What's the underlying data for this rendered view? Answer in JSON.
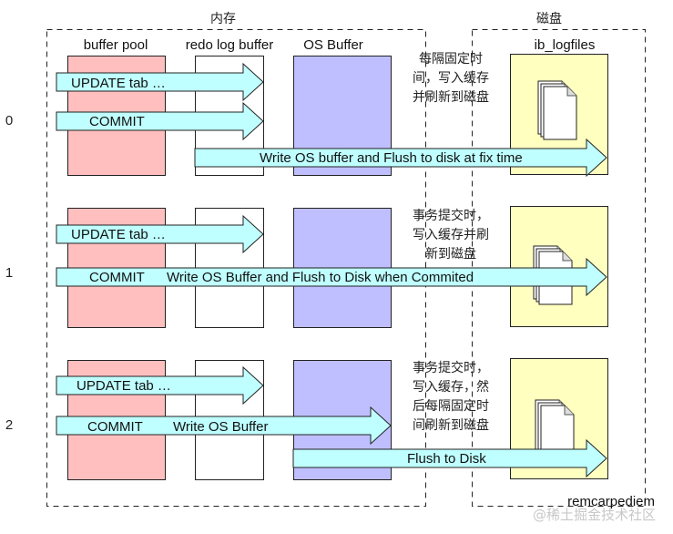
{
  "regions": {
    "memory_label": "内存",
    "disk_label": "磁盘"
  },
  "columns": {
    "buffer_pool": "buffer pool",
    "redo_log_buffer": "redo log buffer",
    "os_buffer": "OS Buffer",
    "ib_logfiles": "ib_logfiles"
  },
  "colors": {
    "buffer_pool": "#ffbfbf",
    "redo_log_buffer": "#ffffff",
    "os_buffer": "#bfbfff",
    "ib_logfiles": "#ffffc0",
    "arrow": "#bfffff"
  },
  "rows": [
    {
      "number": "0",
      "update_label": "UPDATE tab …",
      "commit_label": "COMMIT",
      "flush_label": "Write OS buffer and Flush to disk at fix time",
      "note_lines": [
        "每隔固定时",
        "间，写入缓存",
        "并刷新到磁盘"
      ]
    },
    {
      "number": "1",
      "update_label": "UPDATE tab …",
      "commit_label": "COMMIT",
      "flush_label": "Write OS Buffer and Flush to Disk when Commited",
      "note_lines": [
        "事务提交时，",
        "写入缓存并刷",
        "新到磁盘"
      ]
    },
    {
      "number": "2",
      "update_label": "UPDATE tab …",
      "commit_label": "COMMIT",
      "write_label": "Write OS Buffer",
      "flush_label": "Flush to Disk",
      "note_lines": [
        "事务提交时，",
        "写入缓存，然",
        "后每隔固定时",
        "间刷新到磁盘"
      ]
    }
  ],
  "footer": {
    "author": "remcarpediem",
    "watermark": "@稀土掘金技术社区"
  }
}
